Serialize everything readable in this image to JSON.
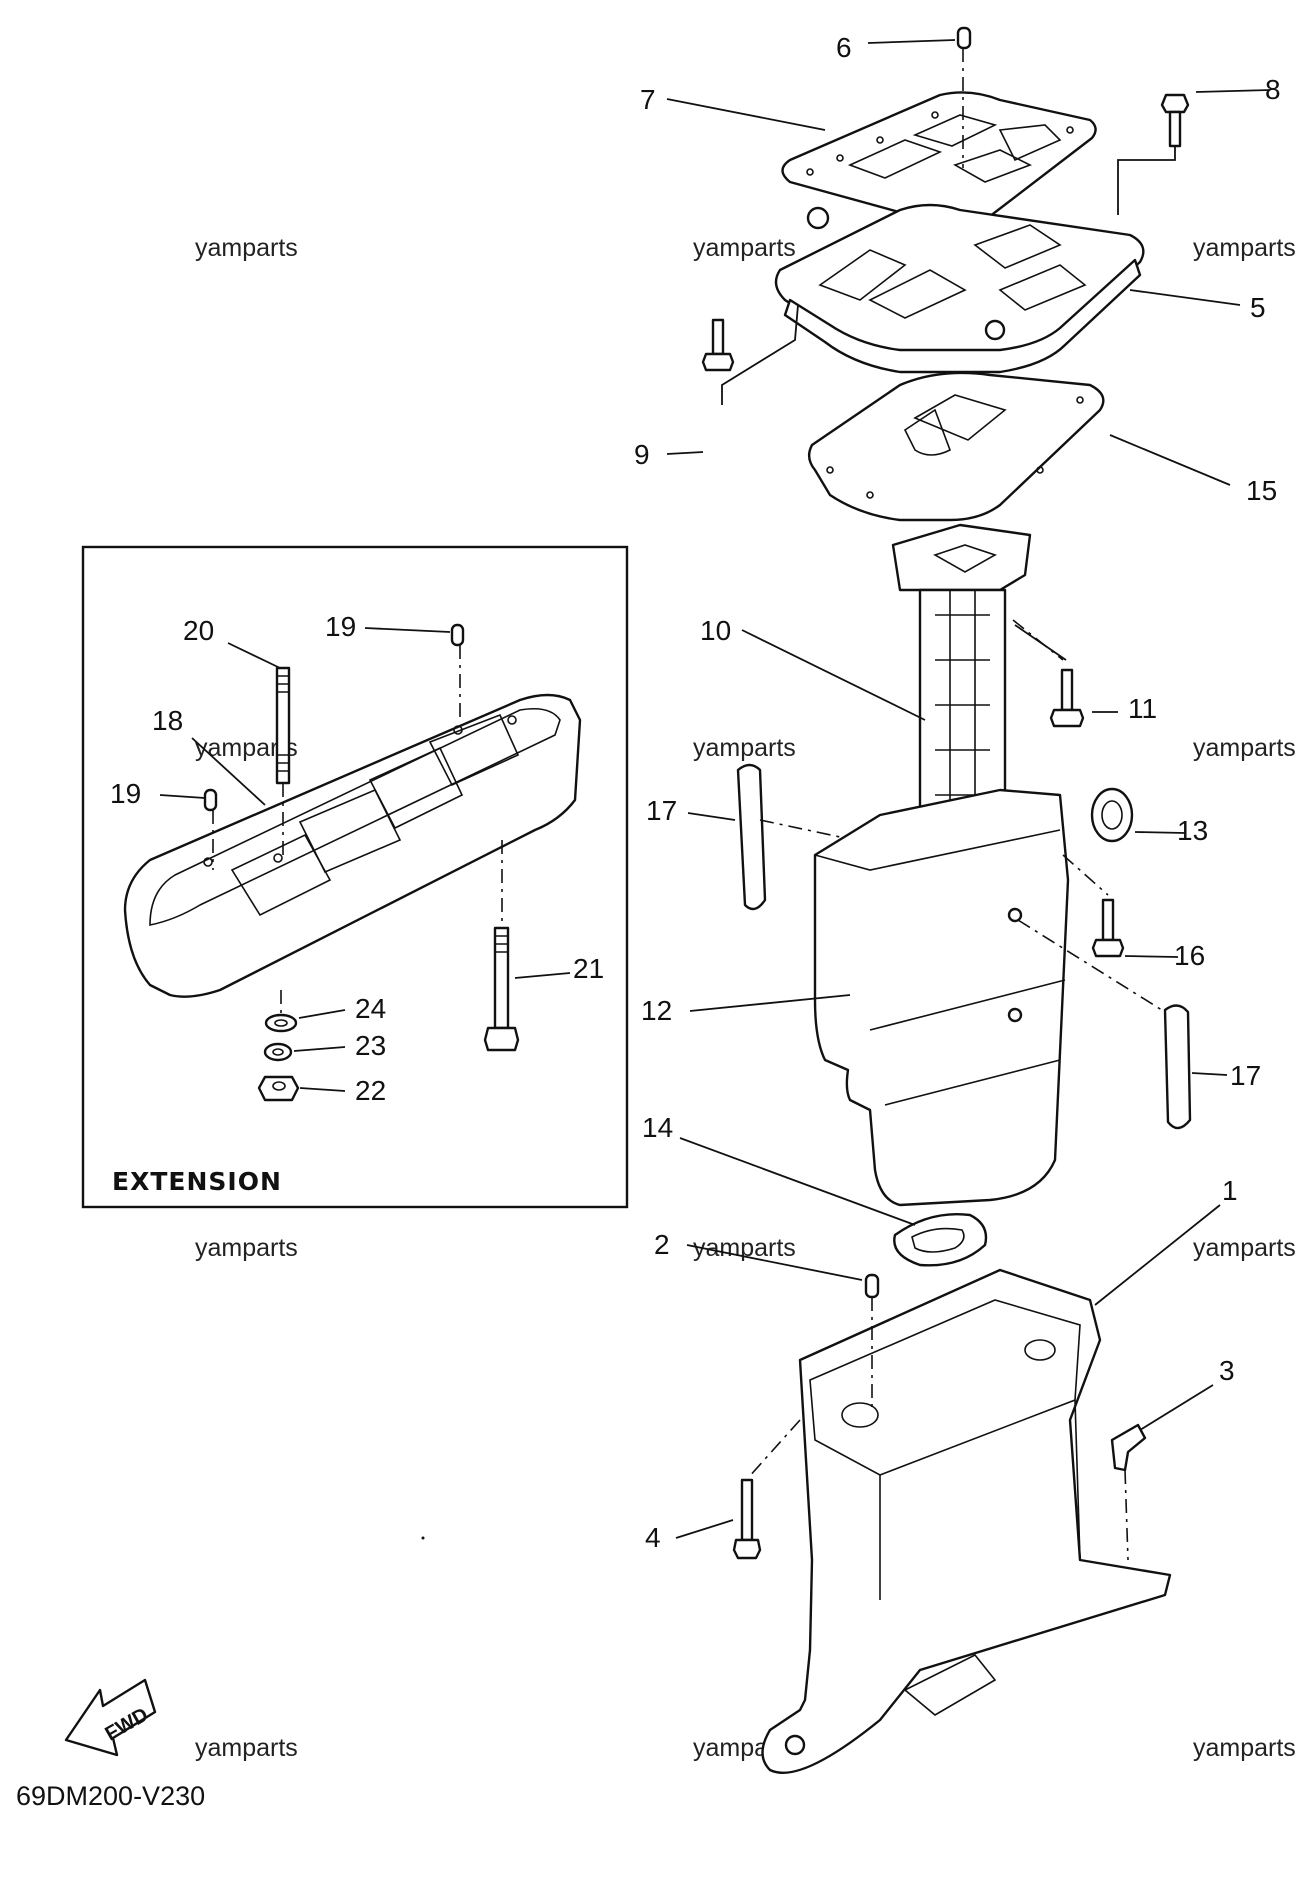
{
  "diagram_code": "69DM200-V230",
  "extension_label": "EXTENSION",
  "fwd_label": "FWD",
  "watermark": "yamparts",
  "callouts": {
    "c1": "1",
    "c2": "2",
    "c3": "3",
    "c4": "4",
    "c5": "5",
    "c6": "6",
    "c7": "7",
    "c8": "8",
    "c9": "9",
    "c10": "10",
    "c11": "11",
    "c12": "12",
    "c13": "13",
    "c14": "14",
    "c15": "15",
    "c16": "16",
    "c17a": "17",
    "c17b": "17",
    "c18": "18",
    "c19a": "19",
    "c19b": "19",
    "c20": "20",
    "c21": "21",
    "c22": "22",
    "c23": "23",
    "c24": "24"
  }
}
